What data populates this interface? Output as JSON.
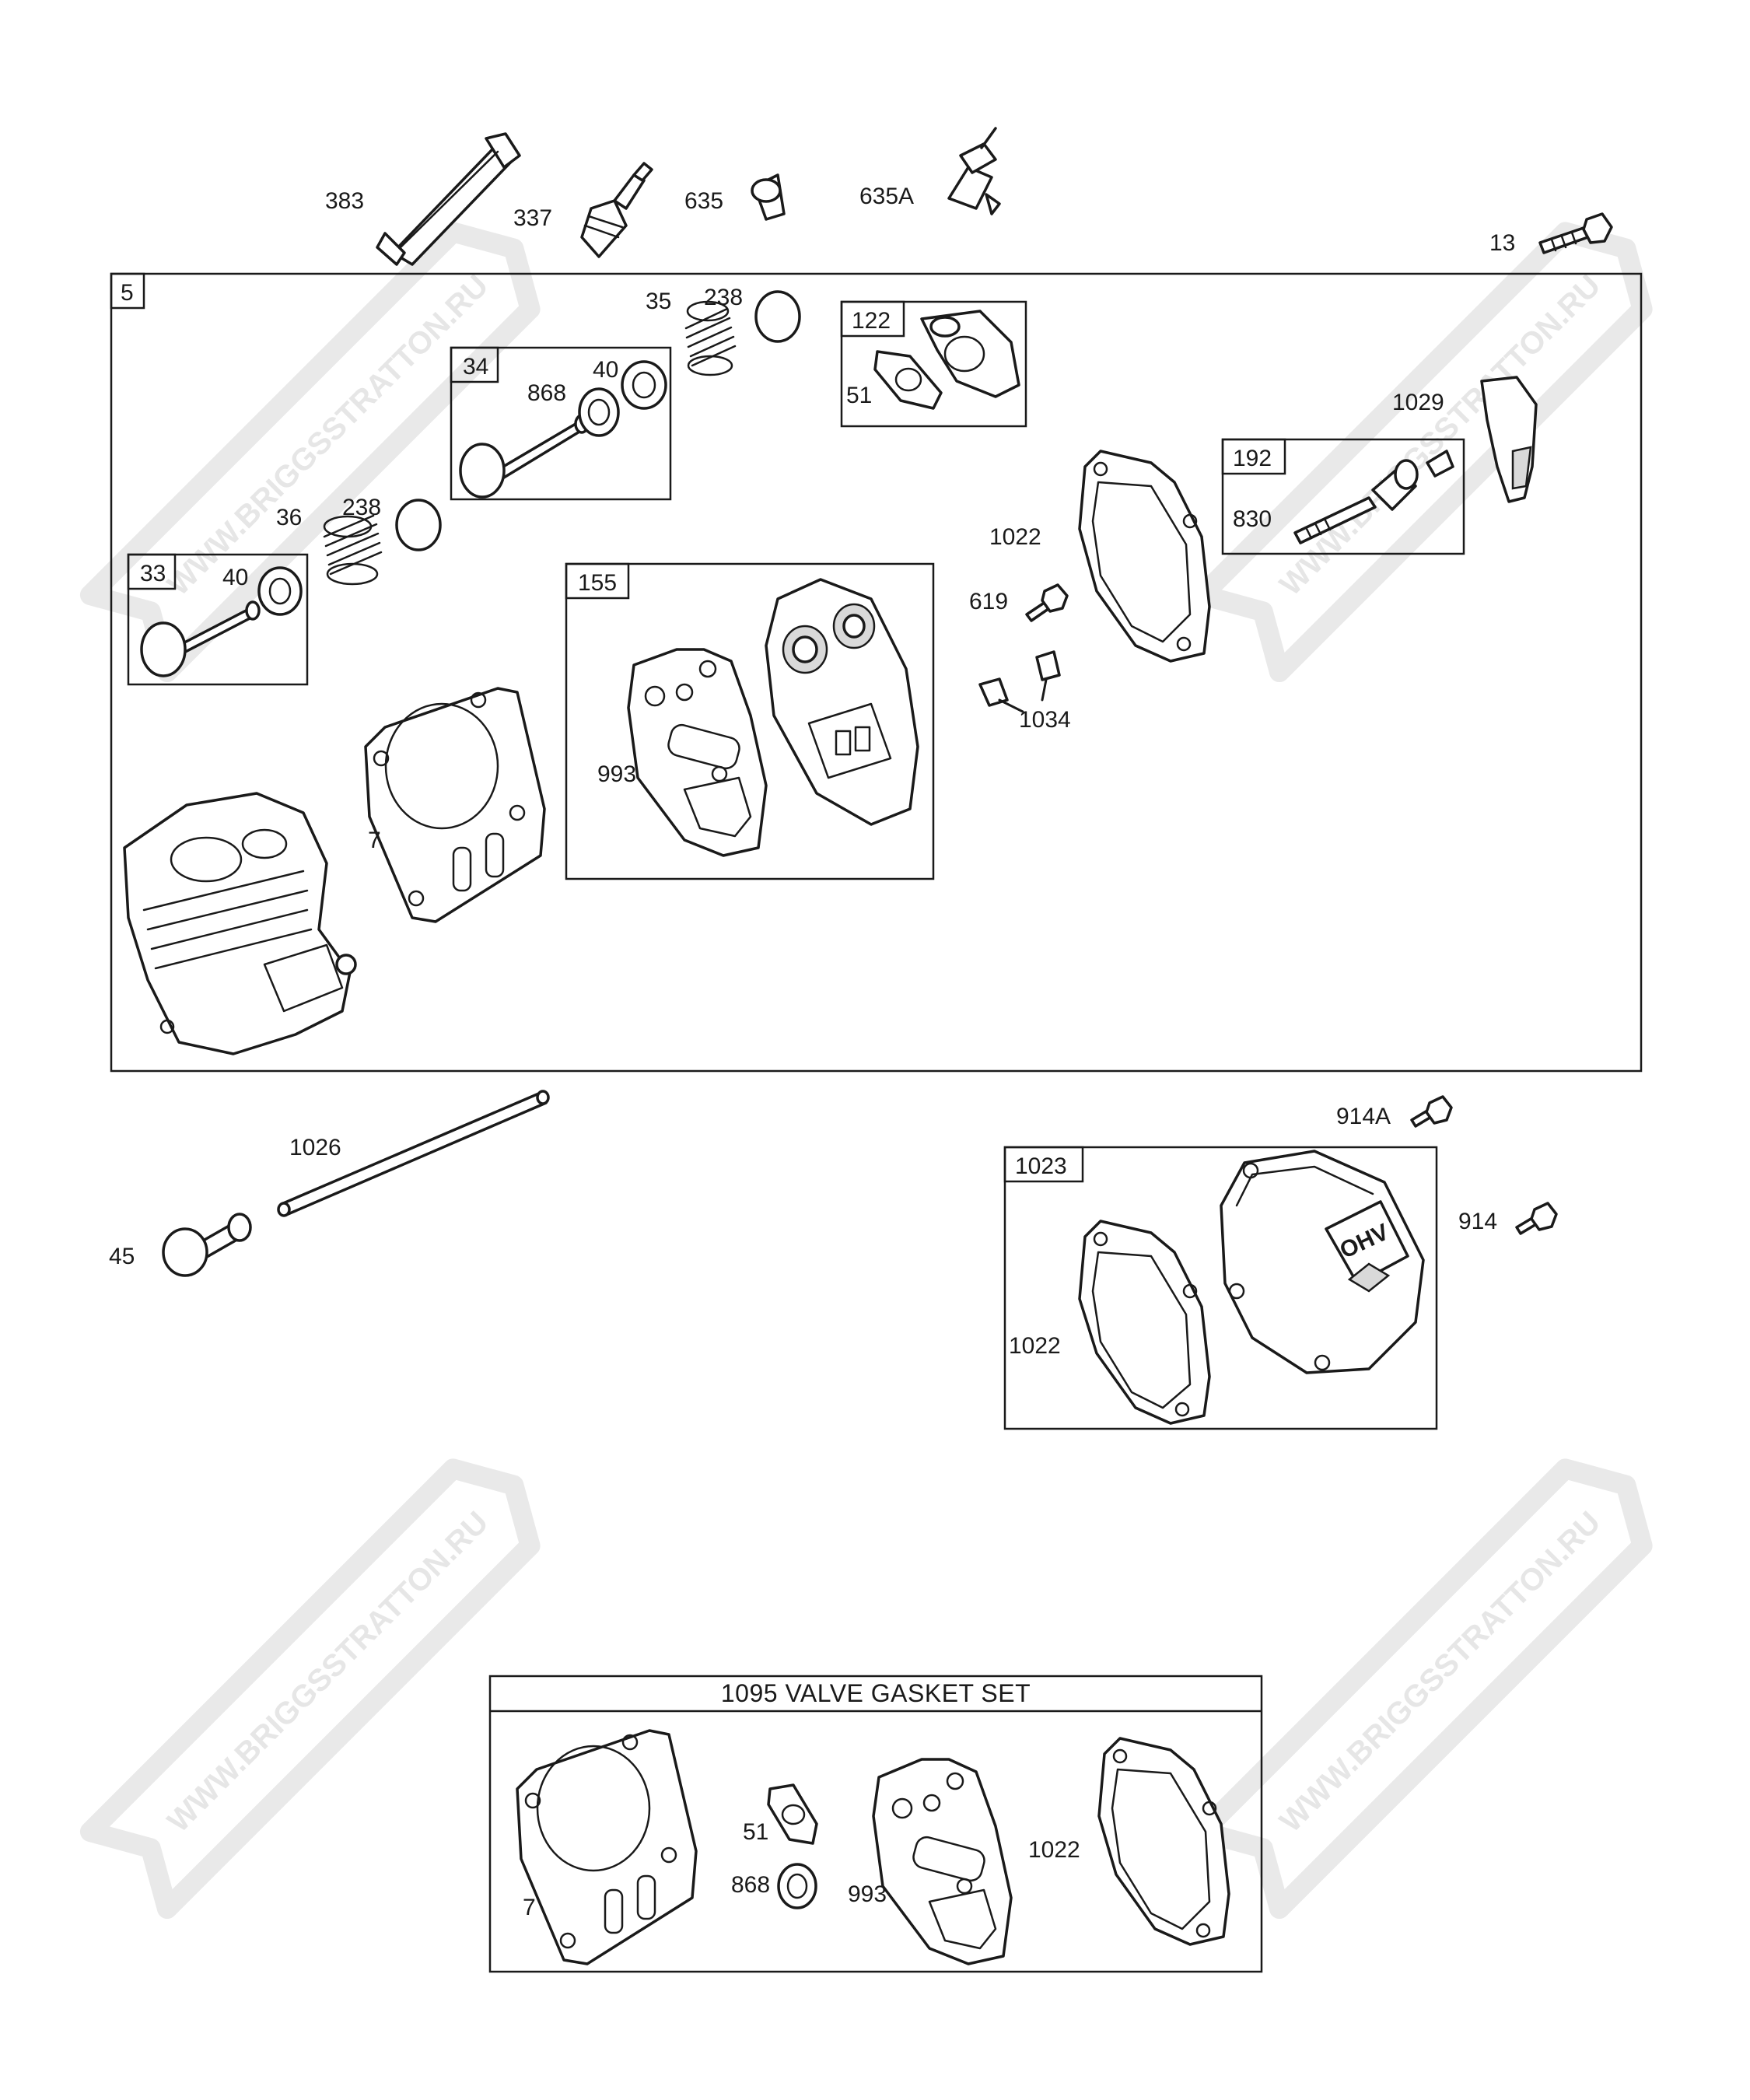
{
  "watermark": {
    "text": "WWW.BRIGGSSTRATTON.RU"
  },
  "main_frame": {
    "label": "5"
  },
  "kits": [
    {
      "id": "34",
      "label": "34"
    },
    {
      "id": "33",
      "label": "33"
    },
    {
      "id": "122",
      "label": "122"
    },
    {
      "id": "192",
      "label": "192"
    },
    {
      "id": "155",
      "label": "155"
    },
    {
      "id": "1023",
      "label": "1023"
    }
  ],
  "callouts": {
    "c383": "383",
    "c337": "337",
    "c635": "635",
    "c635a": "635A",
    "c13": "13",
    "c35": "35",
    "c238a": "238",
    "c868": "868",
    "c40a": "40",
    "c51": "51",
    "c1029": "1029",
    "c36": "36",
    "c238b": "238",
    "c40b": "40",
    "c1022a": "1022",
    "c830": "830",
    "c619": "619",
    "c1034": "1034",
    "c993": "993",
    "c7": "7",
    "c1026": "1026",
    "c45": "45",
    "c914a": "914A",
    "c914": "914",
    "c1022b": "1022"
  },
  "gasket_set": {
    "title": "1095 VALVE GASKET SET",
    "labels": {
      "g7": "7",
      "g51": "51",
      "g868": "868",
      "g993": "993",
      "g1022": "1022"
    }
  },
  "emblem": {
    "text": "OHV"
  }
}
